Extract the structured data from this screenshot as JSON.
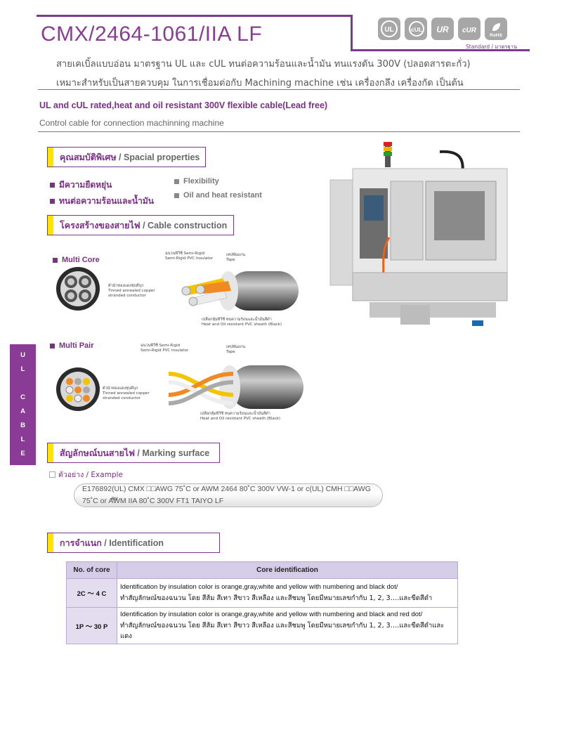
{
  "header": {
    "title": "CMX/2464-1061/IIA LF",
    "standard_label": "Standard / มาตรฐาน",
    "badges": [
      "UL",
      "cUL",
      "UR",
      "cUR",
      "RoHS"
    ]
  },
  "description_th": [
    "สายเคเบิ้ลแบบอ่อน มาตรฐาน UL และ cUL ทนต่อความร้อนและน้ำมัน ทนแรงดัน 300V (ปลอดสารตะกั่ว)",
    "เหมาะสำหรับเป็นสายควบคุม ในการเชื่อมต่อกับ Machining machine  เช่น เครื่องกลึง เครื่องกัด เป็นต้น"
  ],
  "description_en": {
    "headline": "UL and cUL rated,heat and oil resistant 300V flexible cable(Lead free)",
    "sub": "Control cable for connection machinning machine"
  },
  "special_properties": {
    "title_th": "คุณสมบัติพิเศษ",
    "title_en": " / Spacial properties",
    "items_th": [
      "มีความยืดหยุ่น",
      "ทนต่อความร้อนและน้ำมัน"
    ],
    "items_en": [
      "Flexibility",
      "Oil and heat resistant"
    ]
  },
  "cable_construction": {
    "title_th": "โครงสร้างของสายไฟ",
    "title_en": " / Cable construction",
    "multi_core": {
      "label": "Multi Core",
      "insulator": [
        "ฉนวนพีวีซี Semi-Rigid",
        "Semi-Rigid PVC Insulator"
      ],
      "tape": [
        "เทปพันแกน",
        "Tape"
      ],
      "conductor": [
        "ตัวนำทองแดงชุบดีบุก",
        "Tinned annealed copper",
        "stranded conductor"
      ],
      "sheath": [
        "เปลือกหุ้มพีวีซี ทนความร้อนและน้ำมันสีดำ",
        "Heat and Oil resistant PVC sheath (Black)"
      ]
    },
    "multi_pair": {
      "label": "Multi Pair",
      "insulator": [
        "ฉนวนพีวีซี Semi-Rigid",
        "Semi-Rigid PVC Insulator"
      ],
      "tape": [
        "เทปพันแกน",
        "Tape"
      ],
      "conductor": [
        "ตัวนำทองแดงชุบดีบุก",
        "Tinned annealed copper",
        "stranded conductor"
      ],
      "sheath": [
        "เปลือกหุ้มพีวีซี ทนความร้อนและน้ำมันสีดำ",
        "Heat and Oil resistant PVC sheath (Black)"
      ]
    }
  },
  "side_tab": [
    "U",
    "L",
    "C",
    "A",
    "B",
    "L",
    "E"
  ],
  "marking_surface": {
    "title_th": "สัญลักษณ์บนสายไฟ",
    "title_en": " / Marking surface",
    "example_label": "ตัวอย่าง / Example",
    "line1": "E176892(UL) CMX □□AWG 75˚C or AWM 2464 80˚C 300V VW-1 or c(UL) CMH □□AWG",
    "line2": "75˚C or       AWM IIA 80˚C 300V FT1 TAIYO LF"
  },
  "identification": {
    "title_th": "การจำแนก",
    "title_en": " / Identification",
    "headers": [
      "No. of core",
      "Core identification"
    ],
    "rows": [
      {
        "cores": "2C 〜 4 C",
        "en": "Identification by insulation color is orange,gray,white and yellow with numbering and black dot/",
        "th": "ทำสัญลักษณ์ของฉนวน โดย สีส้ม สีเทา สีขาว สีเหลือง และสีชมพู โดยมีหมายเลขกำกับ 1, 2, 3….และขีดสีดำ"
      },
      {
        "cores": "1P 〜 30 P",
        "en": "Identification by insulation color is orange,gray,white and yellow with numbering and black and red dot/",
        "th": "ทำสัญลักษณ์ของฉนวน โดย สีส้ม สีเทา สีขาว สีเหลือง และสีชมพู โดยมีหมายเลขกำกับ 1, 2, 3….และขีดสีดำและแดง"
      }
    ]
  },
  "colors": {
    "accent": "#7b2f87",
    "frame": "#7b3a8c",
    "highlight": "#ffe400",
    "table_header": "#d5cce8"
  }
}
